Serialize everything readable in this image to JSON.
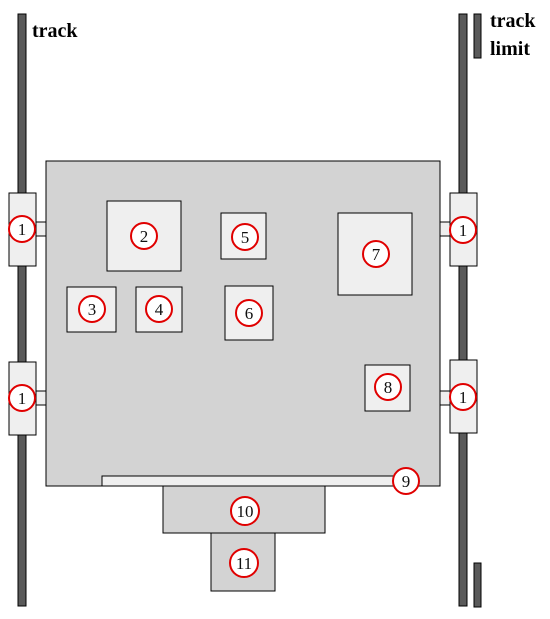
{
  "labels": {
    "track": "track",
    "track_limit_line1": "track",
    "track_limit_line2": "limit"
  },
  "markers": {
    "m1": "1",
    "m2": "2",
    "m3": "3",
    "m4": "4",
    "m5": "5",
    "m6": "6",
    "m7": "7",
    "m8": "8",
    "m9": "9",
    "m10": "10",
    "m11": "11"
  },
  "colors": {
    "rail": "#5a5a5a",
    "platform": "#d3d3d3",
    "component": "#efefef",
    "outline": "#000000",
    "marker_ring": "#e00000"
  }
}
